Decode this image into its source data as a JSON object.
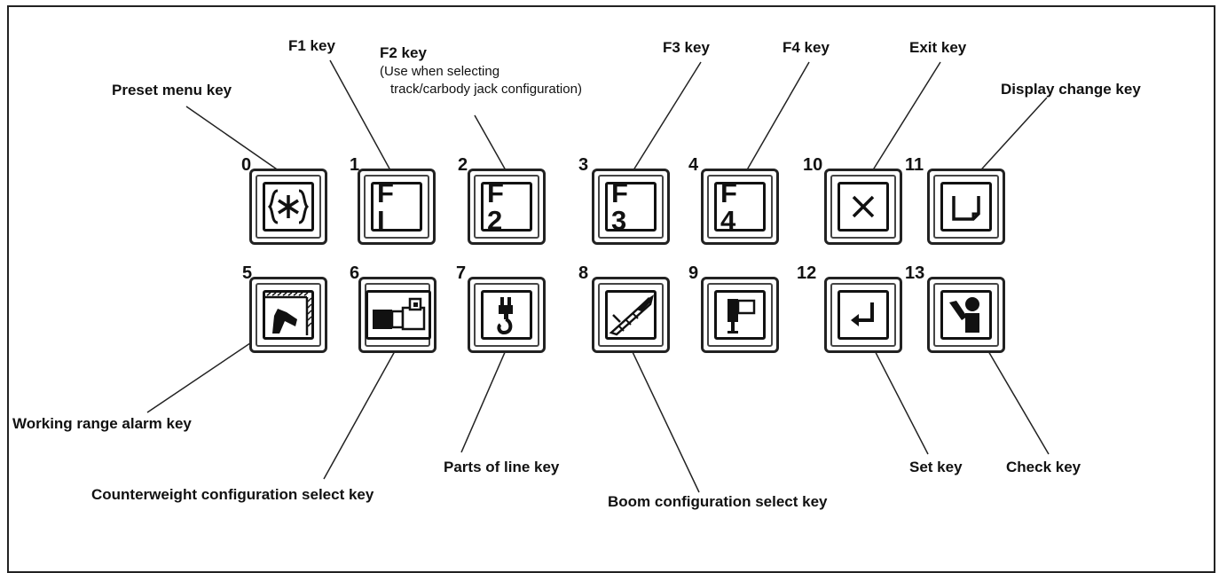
{
  "keys": [
    {
      "num": "0",
      "face": "",
      "icon": "preset-asterisk-icon"
    },
    {
      "num": "1",
      "face": "F I",
      "icon": ""
    },
    {
      "num": "2",
      "face": "F 2",
      "icon": ""
    },
    {
      "num": "3",
      "face": "F 3",
      "icon": ""
    },
    {
      "num": "4",
      "face": "F 4",
      "icon": ""
    },
    {
      "num": "10",
      "face": "",
      "icon": "close-x-icon"
    },
    {
      "num": "11",
      "face": "",
      "icon": "display-change-icon"
    },
    {
      "num": "5",
      "face": "",
      "icon": "working-range-alarm-icon"
    },
    {
      "num": "6",
      "face": "",
      "icon": "counterweight-icon"
    },
    {
      "num": "7",
      "face": "",
      "icon": "hook-icon"
    },
    {
      "num": "8",
      "face": "",
      "icon": "boom-icon"
    },
    {
      "num": "9",
      "face": "",
      "icon": "jack-configuration-icon"
    },
    {
      "num": "12",
      "face": "",
      "icon": "enter-arrow-icon"
    },
    {
      "num": "13",
      "face": "",
      "icon": "check-person-icon"
    }
  ],
  "labels": {
    "preset": "Preset menu key",
    "f1": "F1 key",
    "f2": "F2 key",
    "f2_note_1": "(Use when selecting",
    "f2_note_2": "track/carbody jack configuration)",
    "f3": "F3 key",
    "f4": "F4 key",
    "exit": "Exit key",
    "display": "Display change key",
    "working_range": "Working range alarm key",
    "counterweight": "Counterweight configuration select key",
    "parts_of_line": "Parts of line key",
    "boom": "Boom configuration select key",
    "set": "Set key",
    "check": "Check key"
  },
  "colors": {
    "ink": "#111111",
    "background": "#ffffff"
  }
}
